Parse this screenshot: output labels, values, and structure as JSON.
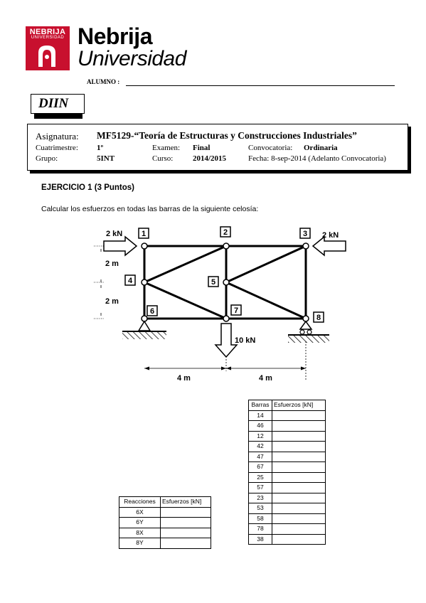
{
  "logo": {
    "line1": "NEBRIJA",
    "line2": "UNIVERSIDAD"
  },
  "brand": {
    "name": "Nebrija",
    "sub": "Universidad"
  },
  "alumno_label": "ALUMNO :",
  "dept": "DIIN",
  "header": {
    "asignatura_label": "Asignatura:",
    "asignatura_value": "MF5129-“Teoría de Estructuras y Construcciones Industriales”",
    "cuatrimestre_label": "Cuatrimestre:",
    "cuatrimestre_value": "1º",
    "examen_label": "Examen:",
    "examen_value": "Final",
    "convocatoria_label": "Convocatoria:",
    "convocatoria_value": "Ordinaria",
    "grupo_label": "Grupo:",
    "grupo_value": "5INT",
    "curso_label": "Curso:",
    "curso_value": "2014/2015",
    "fecha_text": "Fecha: 8-sep-2014 (Adelanto Convocatoria)"
  },
  "exercise": {
    "title": "EJERCICIO 1  (3 Puntos)",
    "description": "Calcular los esfuerzos en todas las barras de la siguiente celosía:"
  },
  "diagram": {
    "nodes": [
      "1",
      "2",
      "3",
      "4",
      "5",
      "6",
      "7",
      "8"
    ],
    "load_left": "2 kN",
    "load_right": "2 kN",
    "load_down": "10 kN",
    "dim_v1": "2 m",
    "dim_v2": "2 m",
    "dim_h1": "4 m",
    "dim_h2": "4 m"
  },
  "reacciones_table": {
    "headers": [
      "Reacciones",
      "Esfuerzos [kN]"
    ],
    "rows": [
      "6X",
      "6Y",
      "8X",
      "8Y"
    ]
  },
  "barras_table": {
    "headers": [
      "Barras",
      "Esfuerzos [kN]"
    ],
    "rows": [
      "14",
      "46",
      "12",
      "42",
      "47",
      "67",
      "25",
      "57",
      "23",
      "53",
      "58",
      "78",
      "38"
    ]
  }
}
